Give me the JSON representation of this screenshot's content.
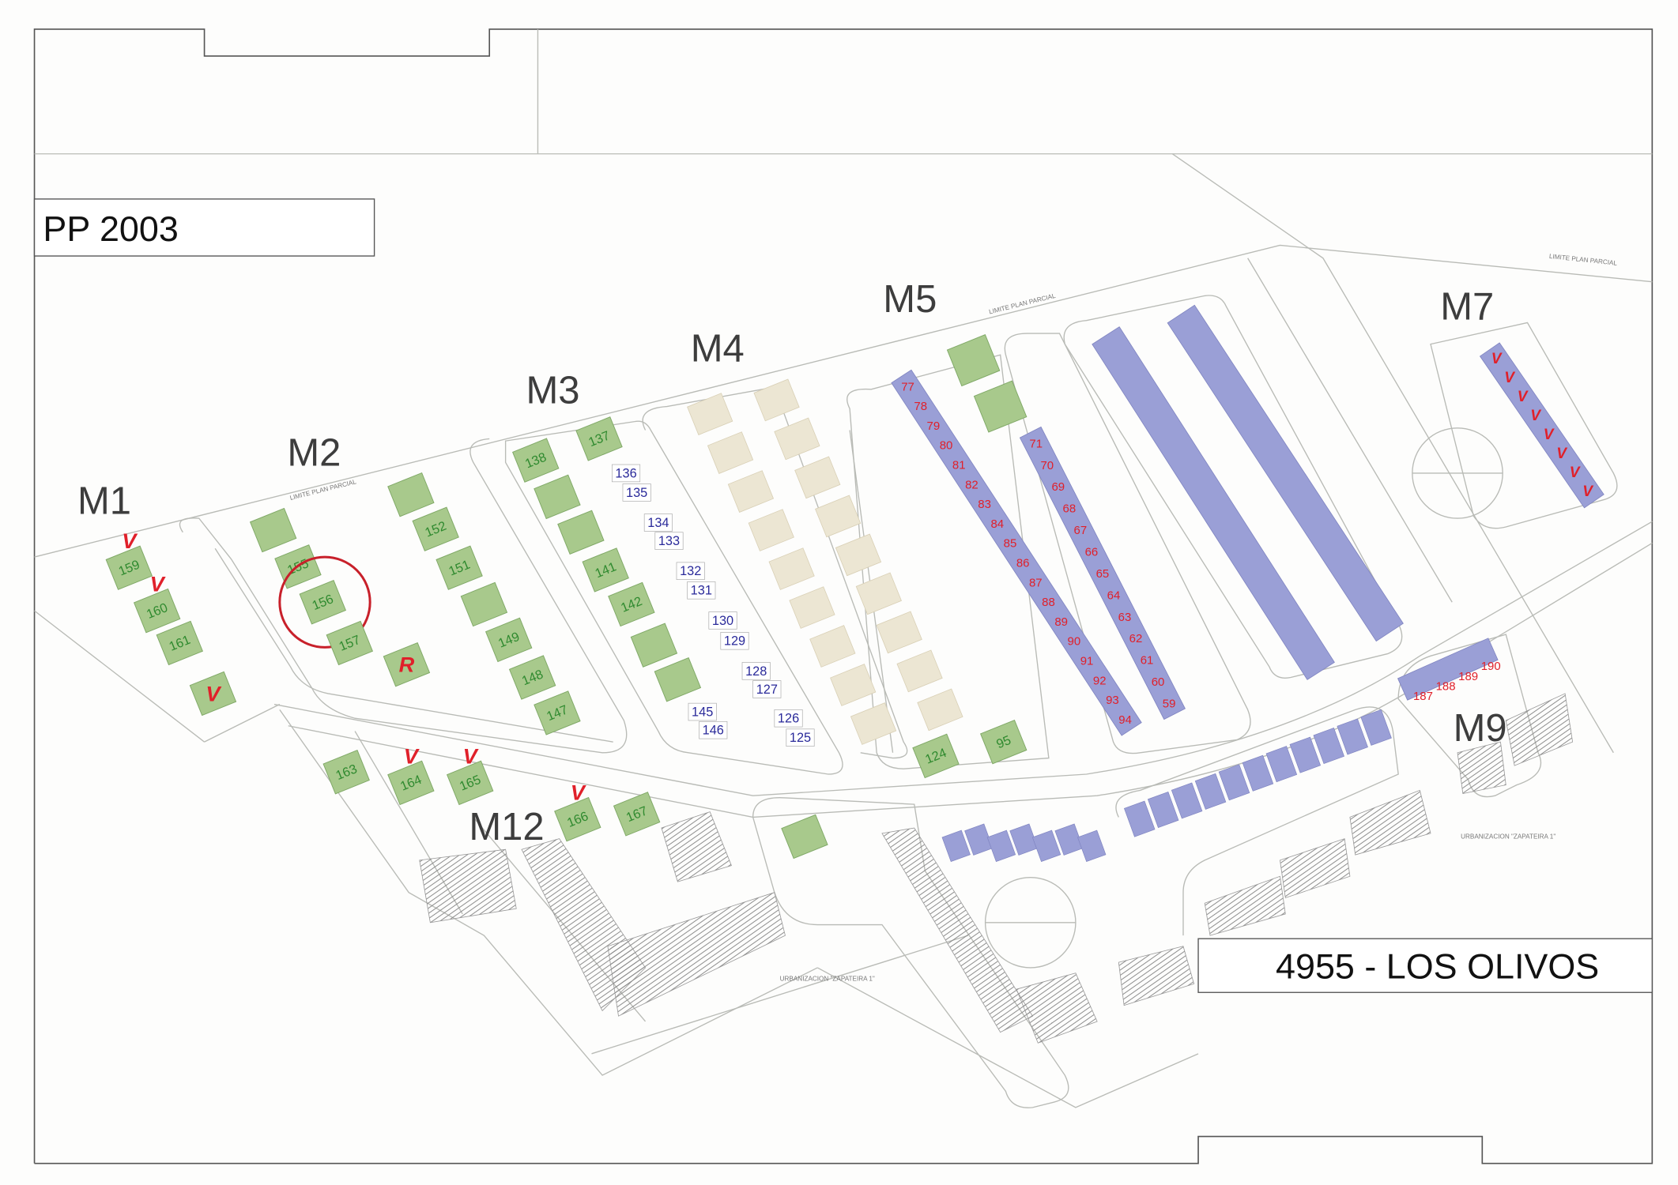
{
  "plan": {
    "code_label": "PP 2003",
    "project_label": "4955 - LOS OLIVOS",
    "colors": {
      "green_lot": "#a8c98c",
      "blue_strip": "#9a9fd6",
      "beige_lot": "#ece6d3",
      "red_mark": "#e0202a",
      "blue_text": "#2a2a9a",
      "green_text": "#2f8a2f"
    }
  },
  "zones": [
    "M1",
    "M2",
    "M3",
    "M4",
    "M5",
    "M7",
    "M9",
    "M12"
  ],
  "annotations": {
    "limite": "LIMITE PLAN PARCIAL",
    "urbanizacion": "URBANIZACION \"ZAPATEIRA 1\""
  },
  "green_lots": [
    {
      "label": "159",
      "mark": "V"
    },
    {
      "label": "160",
      "mark": "V"
    },
    {
      "label": "161",
      "mark": ""
    },
    {
      "label": "",
      "mark": "V"
    },
    {
      "label": "",
      "mark": ""
    },
    {
      "label": "155",
      "mark": ""
    },
    {
      "label": "156",
      "mark": "",
      "circled": true
    },
    {
      "label": "157",
      "mark": ""
    },
    {
      "label": "",
      "mark": "R"
    },
    {
      "label": "",
      "mark": ""
    },
    {
      "label": "152",
      "mark": ""
    },
    {
      "label": "151",
      "mark": ""
    },
    {
      "label": "",
      "mark": ""
    },
    {
      "label": "149",
      "mark": ""
    },
    {
      "label": "148",
      "mark": ""
    },
    {
      "label": "147",
      "mark": ""
    },
    {
      "label": "138",
      "mark": ""
    },
    {
      "label": "137",
      "mark": ""
    },
    {
      "label": "",
      "mark": ""
    },
    {
      "label": "",
      "mark": ""
    },
    {
      "label": "141",
      "mark": ""
    },
    {
      "label": "142",
      "mark": ""
    },
    {
      "label": "",
      "mark": ""
    },
    {
      "label": "",
      "mark": ""
    },
    {
      "label": "",
      "mark": ""
    },
    {
      "label": "",
      "mark": ""
    },
    {
      "label": "124",
      "mark": ""
    },
    {
      "label": "95",
      "mark": ""
    },
    {
      "label": "163",
      "mark": ""
    },
    {
      "label": "164",
      "mark": "V"
    },
    {
      "label": "165",
      "mark": "V"
    },
    {
      "label": "166",
      "mark": "V"
    },
    {
      "label": "167",
      "mark": ""
    },
    {
      "label": "",
      "mark": ""
    }
  ],
  "blue_label_lots": [
    "136",
    "135",
    "134",
    "133",
    "132",
    "131",
    "130",
    "129",
    "128",
    "127",
    "126",
    "125",
    "145",
    "146"
  ],
  "strips": {
    "m5_west": [
      "77",
      "78",
      "79",
      "80",
      "81",
      "82",
      "83",
      "84",
      "85",
      "86",
      "87",
      "88",
      "89",
      "90",
      "91",
      "92",
      "93",
      "94"
    ],
    "m5_east": [
      "71",
      "70",
      "69",
      "68",
      "67",
      "66",
      "65",
      "64",
      "63",
      "62",
      "61",
      "60",
      "59"
    ],
    "m7": [
      "V",
      "V",
      "V",
      "V",
      "V",
      "V",
      "V",
      "V"
    ],
    "m9": [
      "187",
      "188",
      "189",
      "190"
    ]
  }
}
